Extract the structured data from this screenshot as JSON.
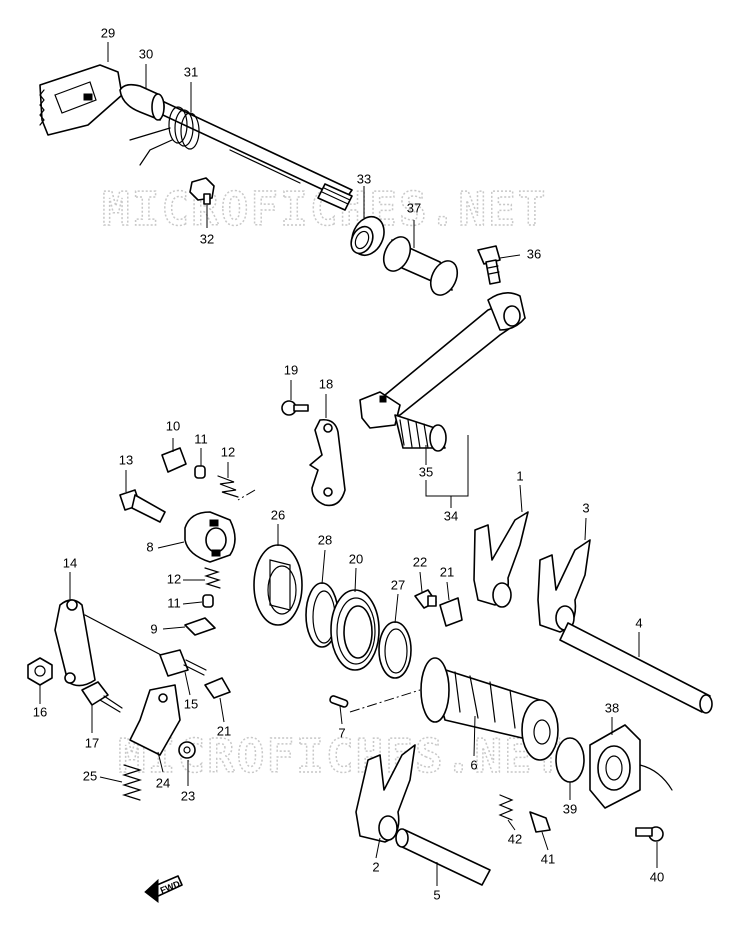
{
  "watermarks": [
    "MICROFICHES.NET",
    "MICROFICHES.NET"
  ],
  "direction_marker": "FWD",
  "callouts": [
    {
      "id": "c29",
      "label": "29"
    },
    {
      "id": "c30",
      "label": "30"
    },
    {
      "id": "c31",
      "label": "31"
    },
    {
      "id": "c32",
      "label": "32"
    },
    {
      "id": "c33",
      "label": "33"
    },
    {
      "id": "c37",
      "label": "37"
    },
    {
      "id": "c36",
      "label": "36"
    },
    {
      "id": "c19",
      "label": "19"
    },
    {
      "id": "c18",
      "label": "18"
    },
    {
      "id": "c35",
      "label": "35"
    },
    {
      "id": "c34",
      "label": "34"
    },
    {
      "id": "c10",
      "label": "10"
    },
    {
      "id": "c11a",
      "label": "11"
    },
    {
      "id": "c12a",
      "label": "12"
    },
    {
      "id": "c13",
      "label": "13"
    },
    {
      "id": "c8",
      "label": "8"
    },
    {
      "id": "c12b",
      "label": "12"
    },
    {
      "id": "c11b",
      "label": "11"
    },
    {
      "id": "c9",
      "label": "9"
    },
    {
      "id": "c14",
      "label": "14"
    },
    {
      "id": "c16",
      "label": "16"
    },
    {
      "id": "c17",
      "label": "17"
    },
    {
      "id": "c15",
      "label": "15"
    },
    {
      "id": "c21a",
      "label": "21"
    },
    {
      "id": "c25",
      "label": "25"
    },
    {
      "id": "c24",
      "label": "24"
    },
    {
      "id": "c23",
      "label": "23"
    },
    {
      "id": "c26",
      "label": "26"
    },
    {
      "id": "c28",
      "label": "28"
    },
    {
      "id": "c20",
      "label": "20"
    },
    {
      "id": "c22",
      "label": "22"
    },
    {
      "id": "c21b",
      "label": "21"
    },
    {
      "id": "c27",
      "label": "27"
    },
    {
      "id": "c1",
      "label": "1"
    },
    {
      "id": "c3",
      "label": "3"
    },
    {
      "id": "c4",
      "label": "4"
    },
    {
      "id": "c7",
      "label": "7"
    },
    {
      "id": "c6",
      "label": "6"
    },
    {
      "id": "c38",
      "label": "38"
    },
    {
      "id": "c39",
      "label": "39"
    },
    {
      "id": "c42",
      "label": "42"
    },
    {
      "id": "c41",
      "label": "41"
    },
    {
      "id": "c40",
      "label": "40"
    },
    {
      "id": "c2",
      "label": "2"
    },
    {
      "id": "c5",
      "label": "5"
    }
  ]
}
